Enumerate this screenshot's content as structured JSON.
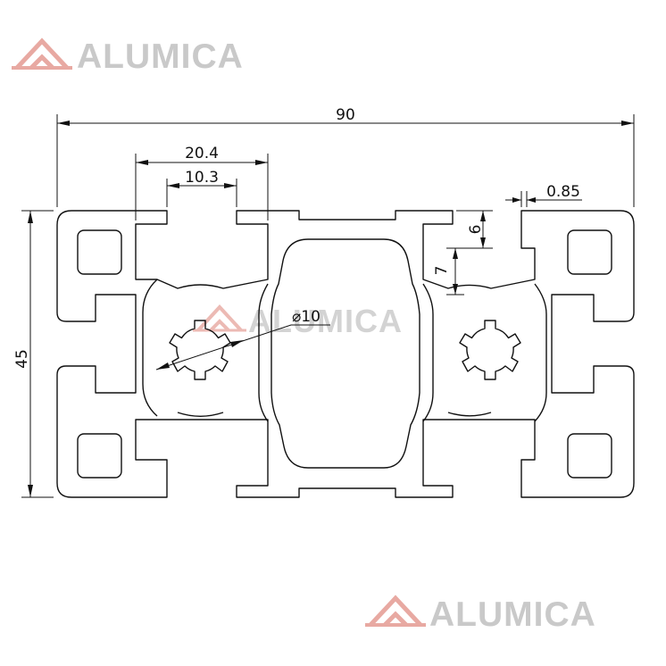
{
  "watermark": {
    "brand": "ALUMICA",
    "text_color": "#c9c9c9",
    "mark_color": "#e8a9a2",
    "mark_icon": "triangle-logo-icon"
  },
  "dimensions": {
    "overall_width": "90",
    "overall_height": "45",
    "slot_outer_width": "20.4",
    "slot_opening_width": "10.3",
    "slot_lip_thickness": "0.85",
    "slot_depth_upper": "6",
    "slot_depth_lower": "7",
    "bore_diameter": "⌀10"
  },
  "colors": {
    "line": "#111111",
    "background": "#ffffff"
  }
}
